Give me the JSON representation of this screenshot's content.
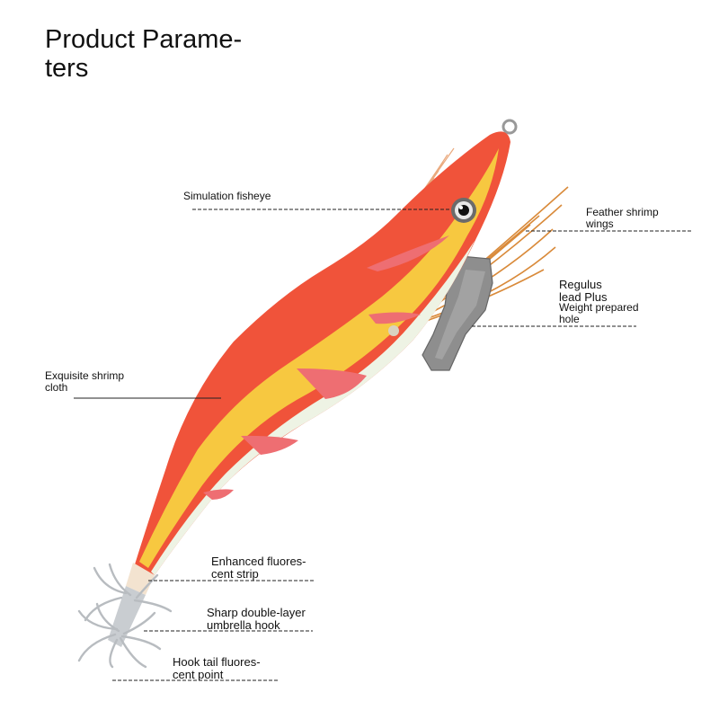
{
  "title": "Product Parame-\nters",
  "labels": {
    "fisheye": "Simulation fisheye",
    "feather_wings": "Feather shrimp\nwings",
    "regulus": "Regulus\nlead Plus",
    "weight_hole": "Weight prepared\nhole",
    "shrimp_cloth": "Exquisite shrimp\ncloth",
    "fluorescent_strip": "Enhanced fluores-\ncent strip",
    "umbrella_hook": "Sharp double-layer\numbrella hook",
    "tail_point": "Hook tail fluores-\ncent point"
  },
  "colors": {
    "body_red": "#f0533a",
    "body_yellow": "#f7c840",
    "belly_glow": "#eef3e4",
    "fin_pink": "#ee6e72",
    "feather": "#d98a3a",
    "lead": "#8e8e8e",
    "hook": "#b8bcc0"
  }
}
